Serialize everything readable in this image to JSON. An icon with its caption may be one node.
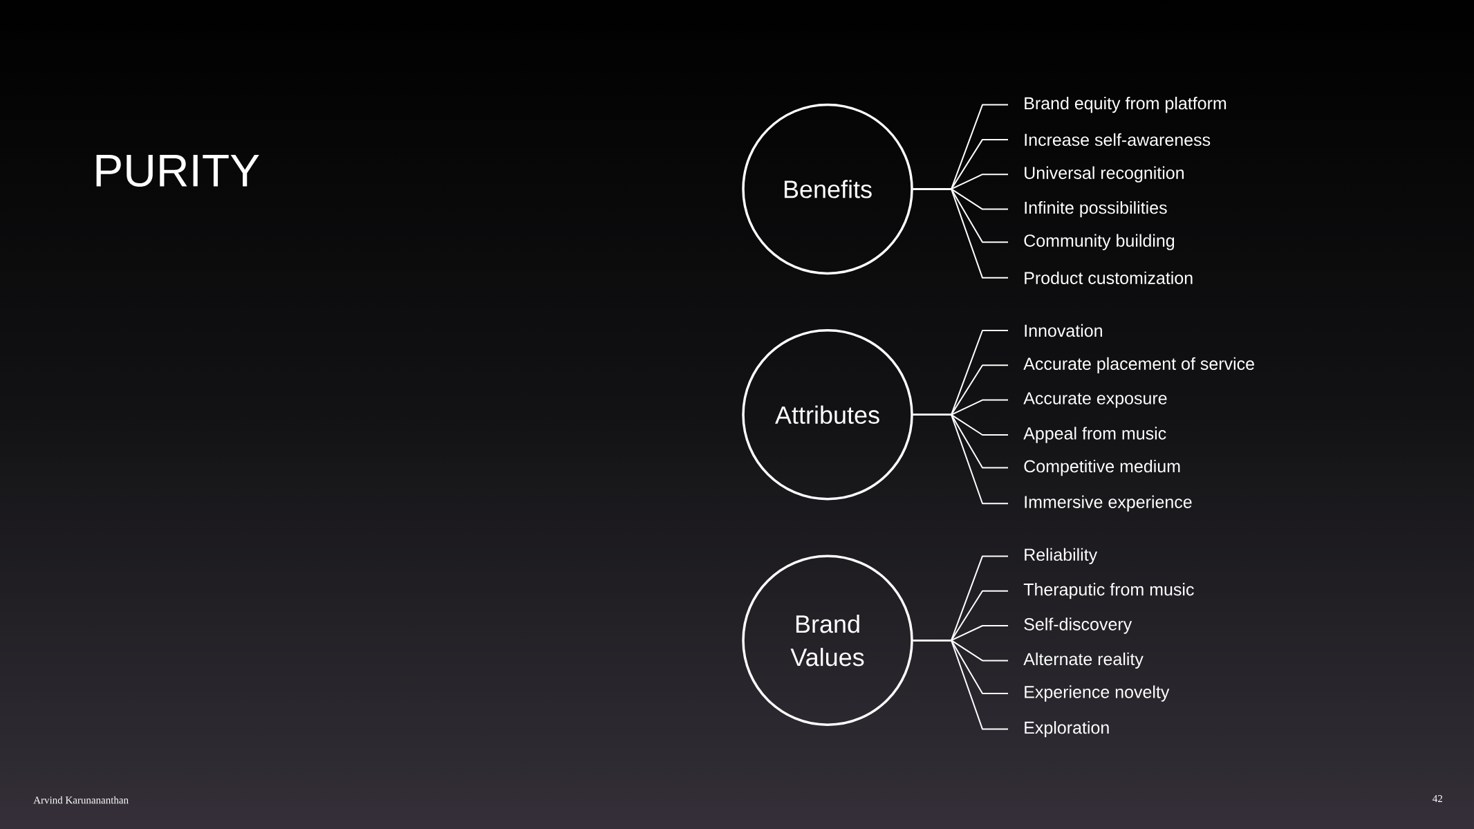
{
  "diagram": {
    "title": "PURITY",
    "nodes": [
      {
        "text": [
          "Benefits"
        ]
      },
      {
        "text": [
          "Brand equity from platform"
        ]
      },
      {
        "text": [
          "Increase self-awareness"
        ]
      },
      {
        "text": [
          "Universal recognition"
        ]
      },
      {
        "text": [
          "Infinite possibilities"
        ]
      },
      {
        "text": [
          "Community building"
        ]
      },
      {
        "text": [
          "Product customization"
        ]
      },
      {
        "text": [
          "Attributes"
        ]
      },
      {
        "text": [
          "Innovation"
        ]
      },
      {
        "text": [
          "Accurate placement of service"
        ]
      },
      {
        "text": [
          "Accurate exposure"
        ]
      },
      {
        "text": [
          "Appeal from music"
        ]
      },
      {
        "text": [
          "Competitive medium"
        ]
      },
      {
        "text": [
          "Immersive experience"
        ]
      },
      {
        "text": [
          "Brand Values"
        ]
      },
      {
        "text": [
          "Reliability"
        ]
      },
      {
        "text": [
          "Theraputic from music"
        ]
      },
      {
        "text": [
          "Self-discovery"
        ]
      },
      {
        "text": [
          "Alternate reality"
        ]
      },
      {
        "text": [
          "Experience novelty"
        ]
      },
      {
        "text": [
          "Exploration"
        ]
      }
    ],
    "edges": [
      {
        "from": 0,
        "to": 1,
        "arrow": "none"
      },
      {
        "from": 0,
        "to": 2,
        "arrow": "none"
      },
      {
        "from": 0,
        "to": 3,
        "arrow": "none"
      },
      {
        "from": 0,
        "to": 4,
        "arrow": "none"
      },
      {
        "from": 0,
        "to": 5,
        "arrow": "none"
      },
      {
        "from": 0,
        "to": 6,
        "arrow": "none"
      },
      {
        "from": 7,
        "to": 8,
        "arrow": "none"
      },
      {
        "from": 7,
        "to": 9,
        "arrow": "none"
      },
      {
        "from": 7,
        "to": 10,
        "arrow": "none"
      },
      {
        "from": 7,
        "to": 11,
        "arrow": "none"
      },
      {
        "from": 7,
        "to": 12,
        "arrow": "none"
      },
      {
        "from": 7,
        "to": 13,
        "arrow": "none"
      },
      {
        "from": 14,
        "to": 15,
        "arrow": "none"
      },
      {
        "from": 14,
        "to": 16,
        "arrow": "none"
      },
      {
        "from": 14,
        "to": 17,
        "arrow": "none"
      },
      {
        "from": 14,
        "to": 18,
        "arrow": "none"
      },
      {
        "from": 14,
        "to": 19,
        "arrow": "none"
      },
      {
        "from": 14,
        "to": 20,
        "arrow": "none"
      }
    ],
    "labels": [
      "Arvind Karunananthan",
      "42"
    ]
  }
}
